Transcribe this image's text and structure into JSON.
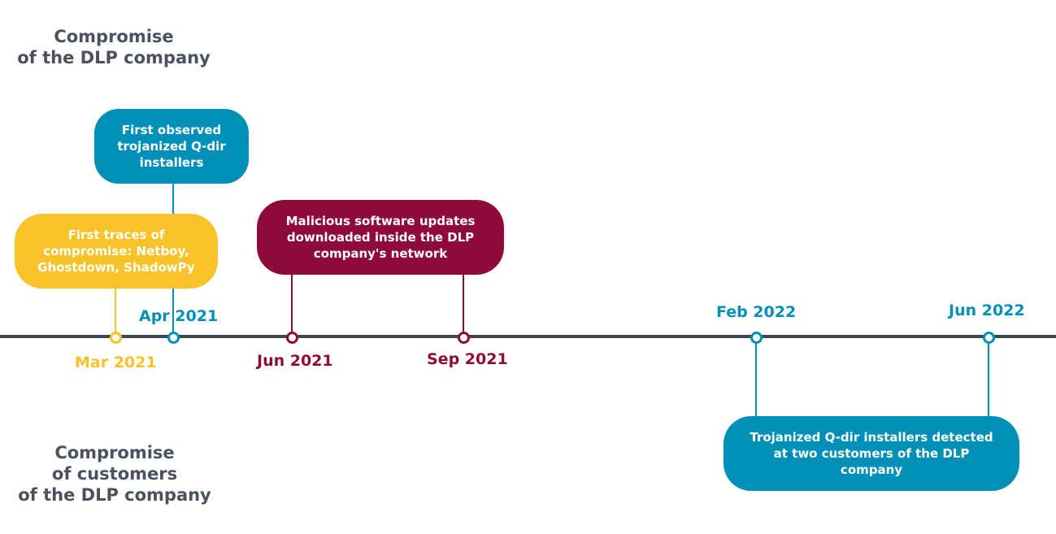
{
  "sections": {
    "top_label": "Compromise\nof the DLP company",
    "bottom_label": "Compromise\nof customers\nof the DLP company"
  },
  "colors": {
    "yellow": "#f8c22a",
    "teal": "#0090b7",
    "maroon": "#8e0a3a",
    "timeline": "#3d4550",
    "label_gray": "#4a5260"
  },
  "events": {
    "mar_2021": {
      "date": "Mar 2021",
      "text": "First traces of compromise: Netboy, Ghostdown, ShadowPy"
    },
    "apr_2021": {
      "date": "Apr 2021",
      "text": "First observed trojanized Q-dir installers"
    },
    "jun_sep_2021": {
      "date_start": "Jun 2021",
      "date_end": "Sep 2021",
      "text": "Malicious software updates downloaded inside the DLP company's network"
    },
    "feb_jun_2022": {
      "date_start": "Feb 2022",
      "date_end": "Jun 2022",
      "text": "Trojanized Q-dir installers detected at two customers of the DLP company"
    }
  }
}
